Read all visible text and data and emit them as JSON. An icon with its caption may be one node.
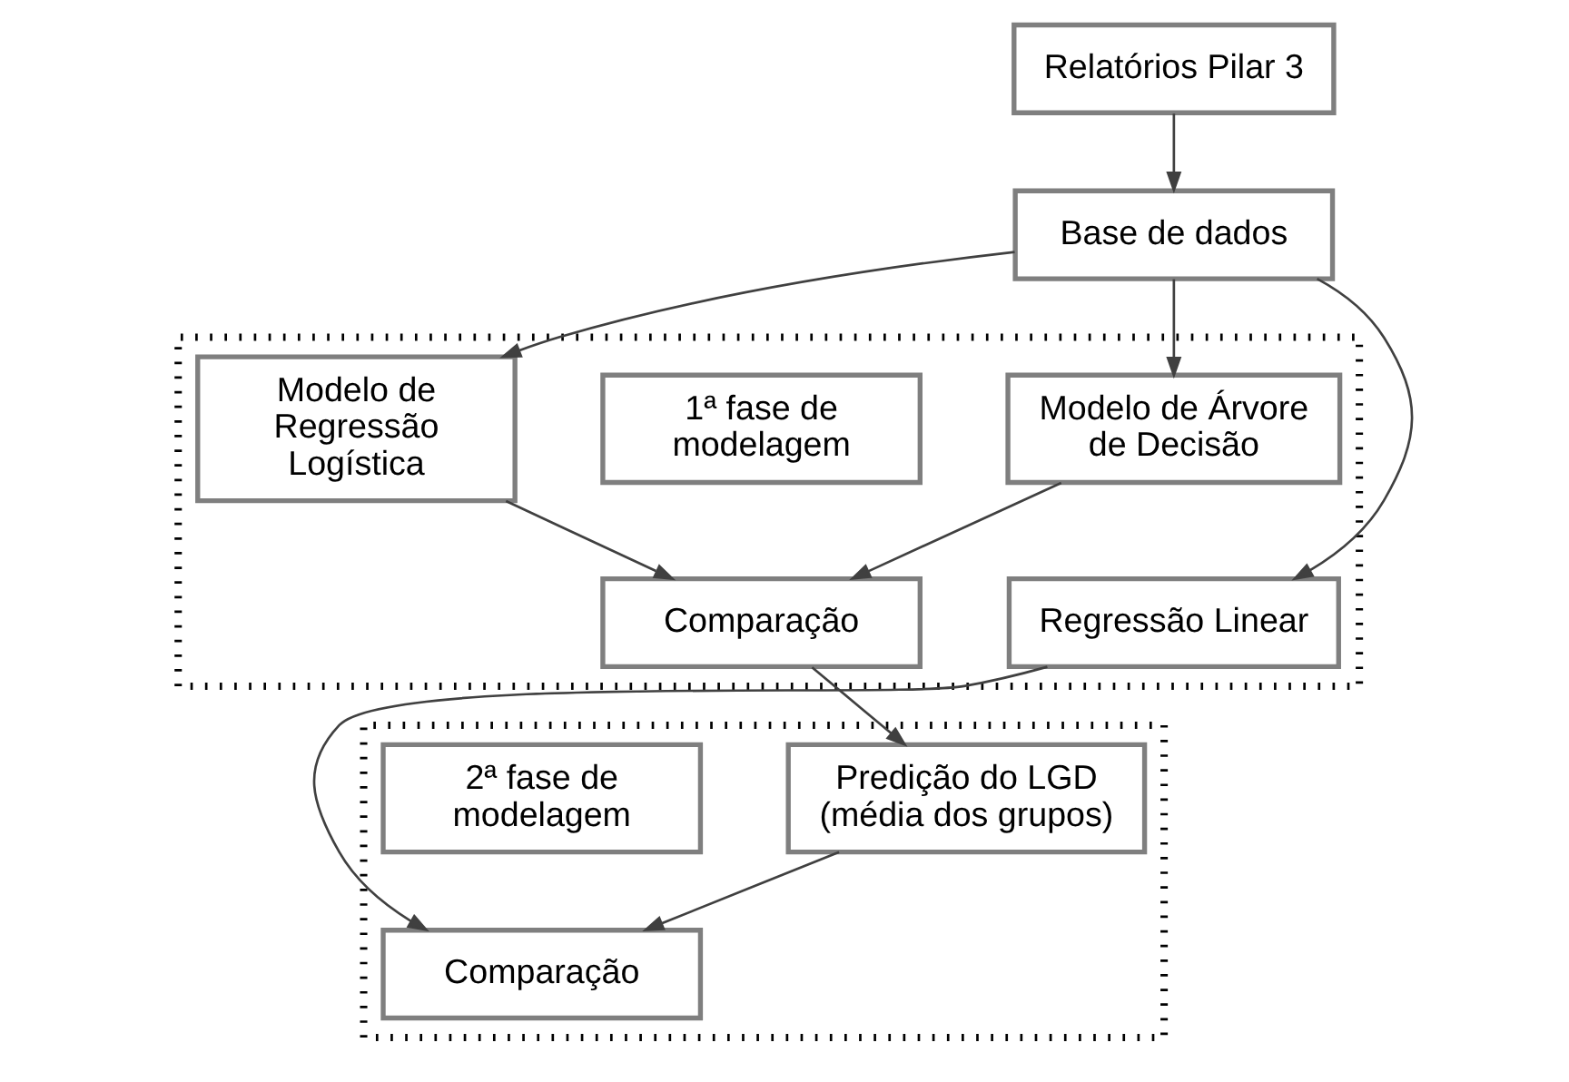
{
  "diagram": {
    "nodes": [
      {
        "text": [
          "Relatórios Pilar 3"
        ]
      },
      {
        "text": [
          "Base de dados"
        ]
      },
      {
        "text": [],
        "shape": "box"
      },
      {
        "text": [
          "Modelo de Regressão Logística"
        ],
        "in": 2
      },
      {
        "text": [
          "Modelo de Árvore de Decisão"
        ],
        "in": 2
      },
      {
        "text": [
          "Regressão Linear"
        ],
        "in": 2
      },
      {
        "text": [
          "1ª fase de modelagem"
        ],
        "in": 2
      },
      {
        "text": [
          "Comparação"
        ],
        "in": 2
      },
      {
        "text": [],
        "shape": "box"
      },
      {
        "text": [
          "Predição do LGD (média dos grupos)"
        ],
        "in": 8
      },
      {
        "text": [
          "2ª fase de modelagem"
        ],
        "in": 8
      },
      {
        "text": [
          "Comparação"
        ],
        "in": 8
      }
    ],
    "edges": [
      {
        "from": 0,
        "to": 1,
        "arrow": "to"
      },
      {
        "from": 1,
        "to": 3,
        "arrow": "to"
      },
      {
        "from": 1,
        "to": 4,
        "arrow": "to"
      },
      {
        "from": 1,
        "to": 5,
        "arrow": "to"
      },
      {
        "from": 3,
        "to": 7,
        "arrow": "to"
      },
      {
        "from": 4,
        "to": 7,
        "arrow": "to"
      },
      {
        "from": 7,
        "to": 9,
        "arrow": "to"
      },
      {
        "from": 9,
        "to": 11,
        "arrow": "to"
      },
      {
        "from": 5,
        "to": 11,
        "arrow": "to"
      }
    ]
  }
}
